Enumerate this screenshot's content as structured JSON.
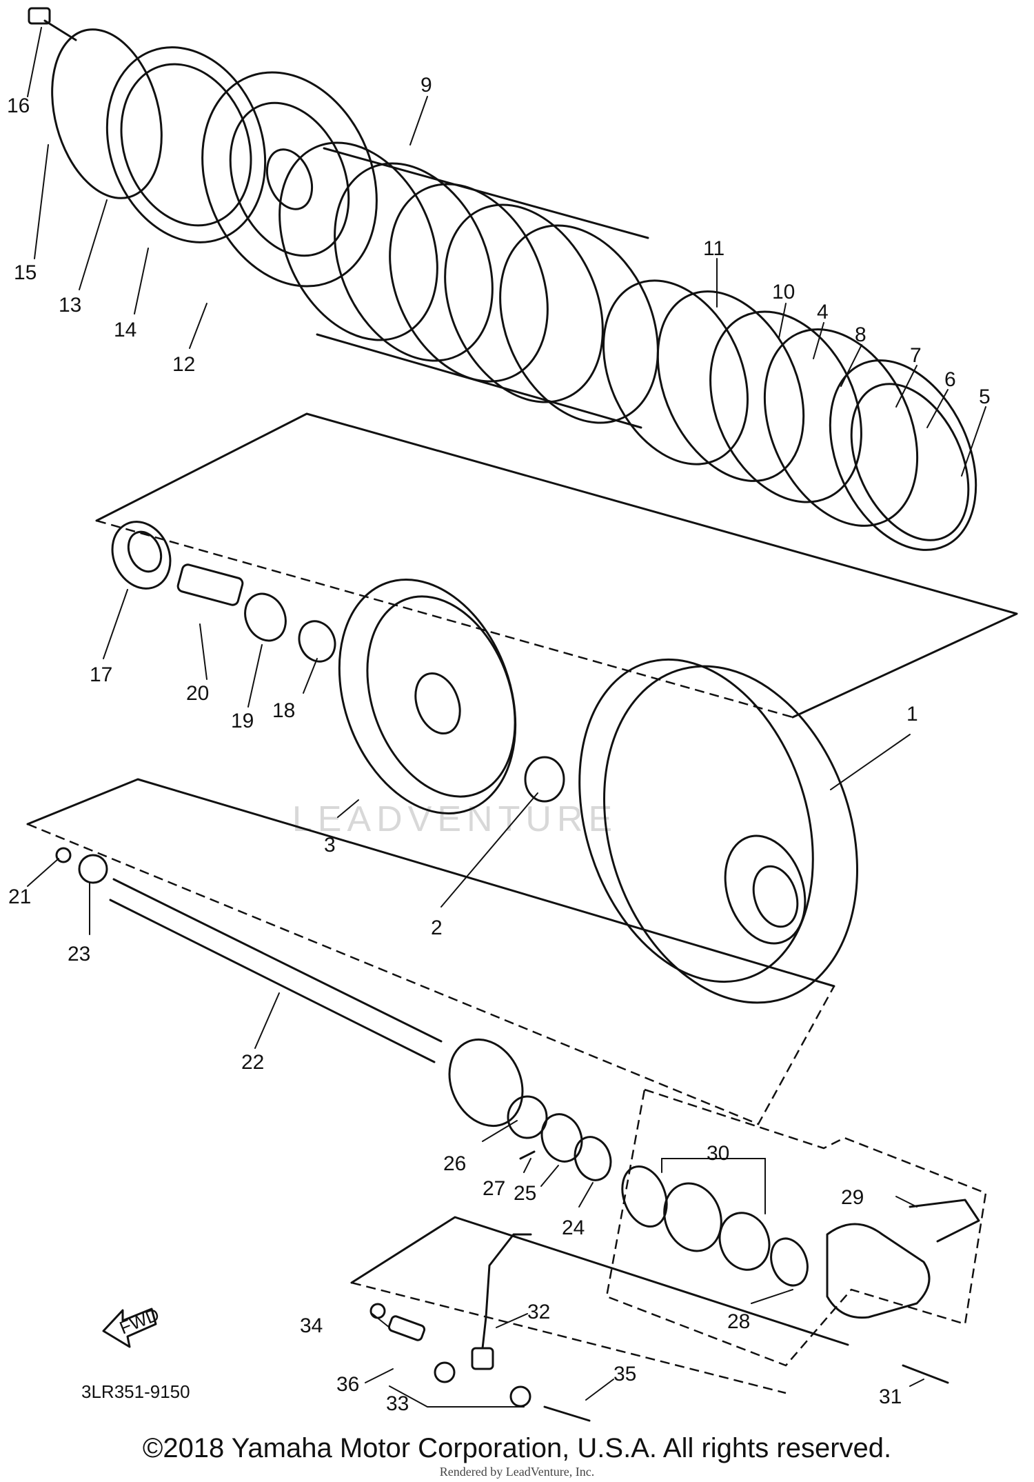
{
  "diagram": {
    "part_labels": [
      "1",
      "2",
      "3",
      "4",
      "5",
      "6",
      "7",
      "8",
      "9",
      "10",
      "11",
      "12",
      "13",
      "14",
      "15",
      "16",
      "17",
      "18",
      "19",
      "20",
      "21",
      "22",
      "23",
      "24",
      "25",
      "26",
      "27",
      "28",
      "29",
      "30",
      "31",
      "32",
      "33",
      "34",
      "35",
      "36"
    ],
    "diagram_code": "3LR351-9150",
    "fwd_label": "FWD",
    "watermark": "LEADVENTURE"
  },
  "footer": {
    "copyright": "©2018 Yamaha Motor Corporation, U.S.A. All rights reserved.",
    "rendered_by": "Rendered by LeadVenture, Inc."
  }
}
